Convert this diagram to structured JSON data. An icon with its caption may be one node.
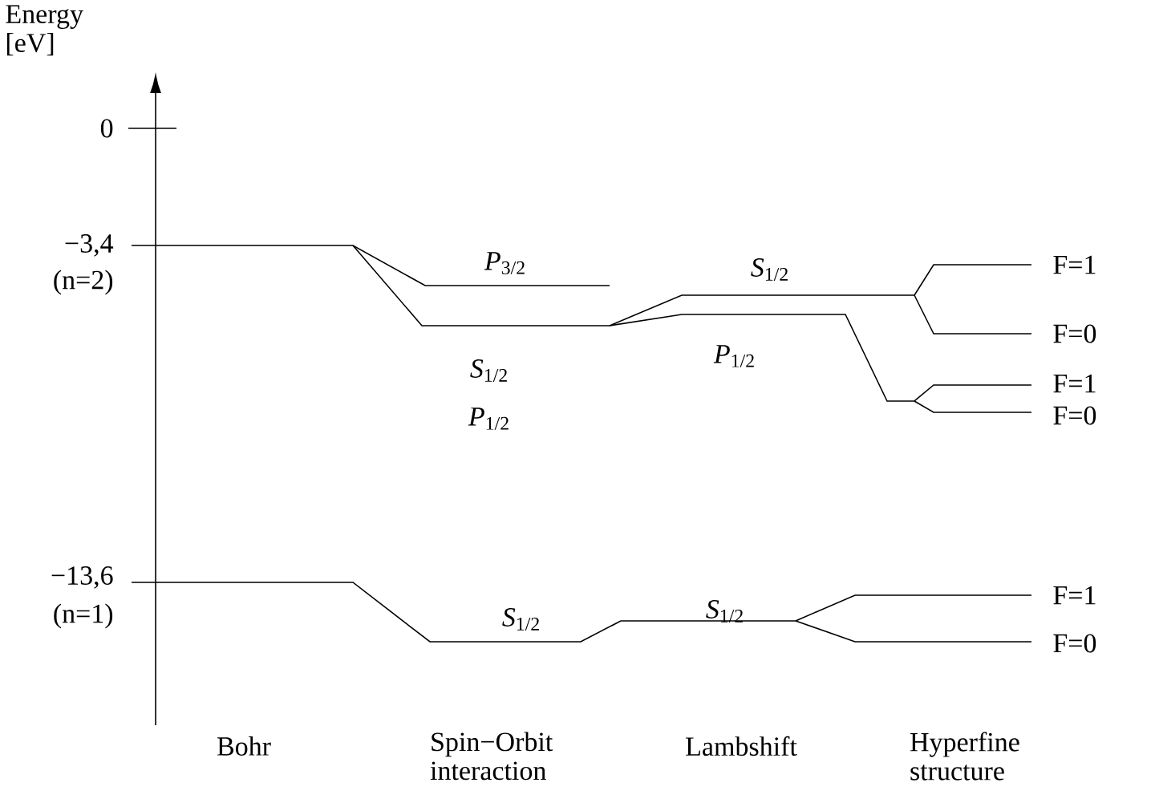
{
  "diagram": {
    "labels": [
      "Energy [eV]",
      "0",
      "−3,4",
      "(n=2)",
      "*P*$_{3/2}$",
      "*S*$_{1/2}$",
      "F=1",
      "F=0",
      "*S*$_{1/2}$",
      "*P*$_{1/2}$",
      "F=1",
      "*P*$_{1/2}$",
      "F=0",
      "−13,6",
      "*S*$_{1/2}$",
      "F=1",
      "(n=1)",
      "*S*$_{1/2}$",
      "F=0",
      "Bohr",
      "Spin−Orbit interaction",
      "Lambshift",
      "Hyperfine structure"
    ]
  }
}
